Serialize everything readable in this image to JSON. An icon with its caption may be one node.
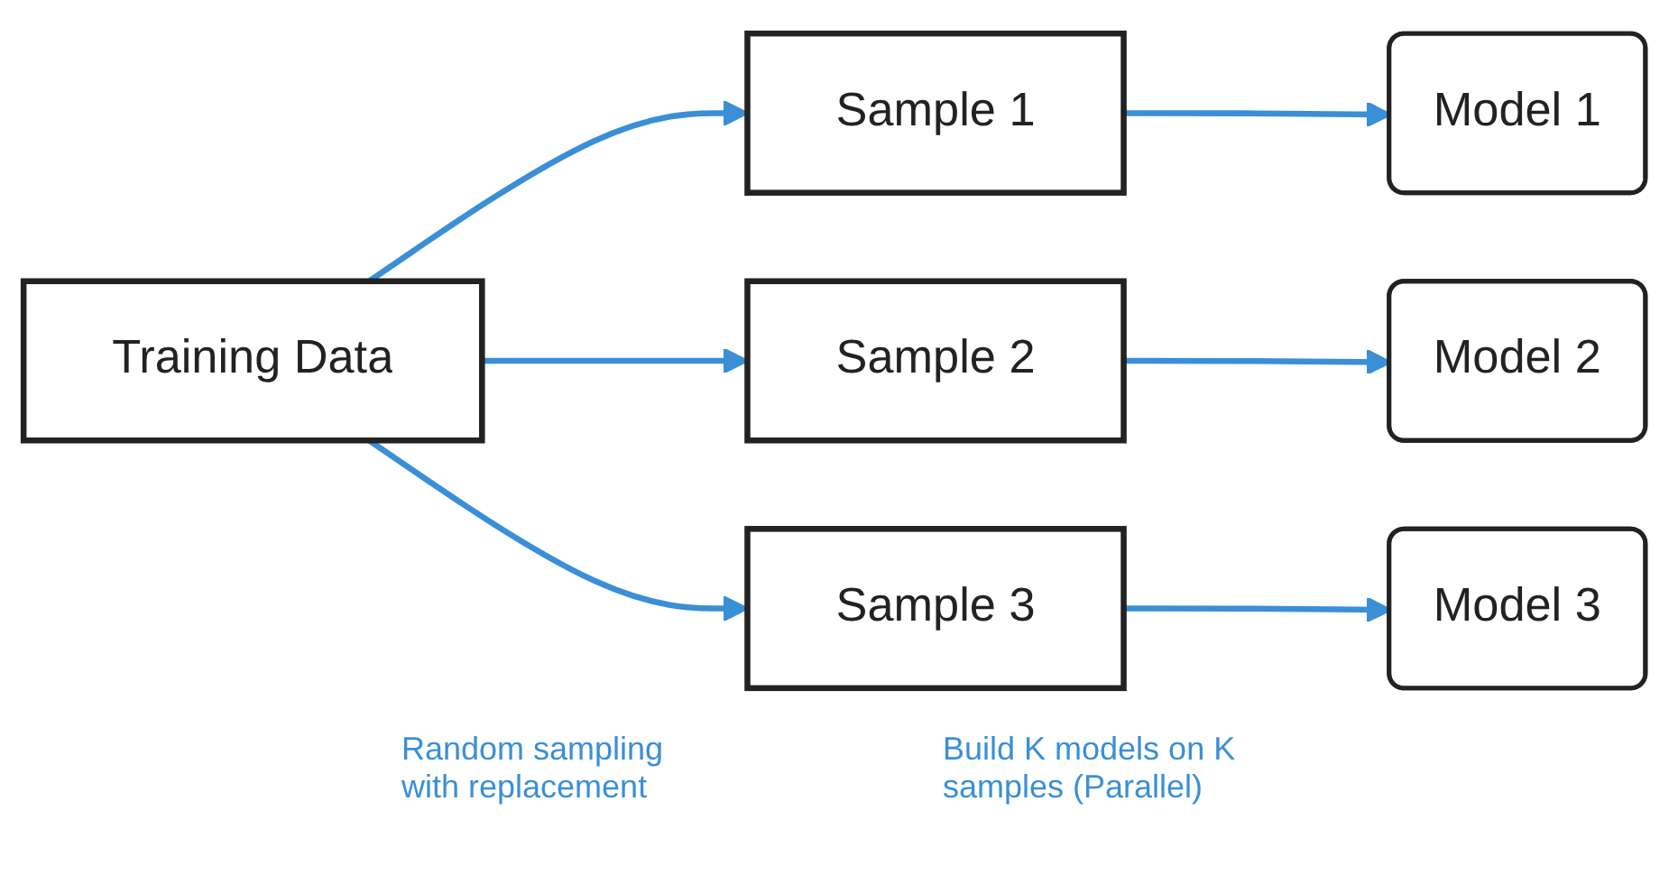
{
  "diagram": {
    "nodes": [
      {
        "text": [
          "Training Data"
        ]
      },
      {
        "text": [
          "Sample 1"
        ]
      },
      {
        "text": [
          "Sample 2"
        ]
      },
      {
        "text": [
          "Sample 3"
        ]
      },
      {
        "text": [
          "Model 1"
        ]
      },
      {
        "text": [
          "Model 2"
        ]
      },
      {
        "text": [
          "Model 3"
        ]
      }
    ],
    "edges": [
      {
        "from": 0,
        "to": 1,
        "arrow": "to"
      },
      {
        "from": 0,
        "to": 2,
        "arrow": "to"
      },
      {
        "from": 0,
        "to": 3,
        "arrow": "to"
      },
      {
        "from": 1,
        "to": 4,
        "arrow": "to"
      },
      {
        "from": 2,
        "to": 5,
        "arrow": "to"
      },
      {
        "from": 3,
        "to": 6,
        "arrow": "to"
      }
    ],
    "labels": [
      "Random sampling with replacement",
      "Build K models on K samples (Parallel)"
    ]
  }
}
